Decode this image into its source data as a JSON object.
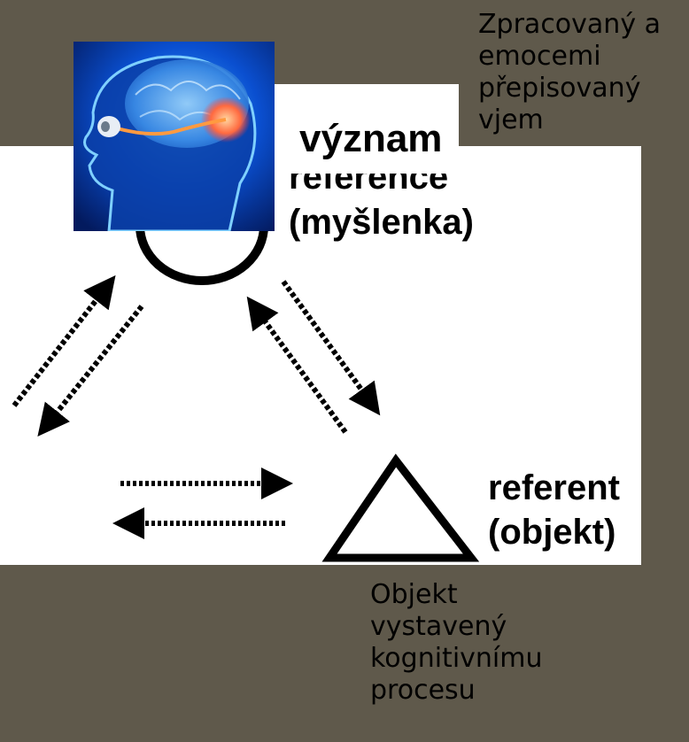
{
  "labels": {
    "meaning": "význam",
    "reference_partial": "reference",
    "reference_paren": "(myšlenka)",
    "referent": "referent",
    "referent_paren": "(objekt)"
  },
  "captions": {
    "top_right": [
      "Zpracovaný a",
      "emocemi",
      "přepisovaný",
      "vjem"
    ],
    "bottom": [
      "Objekt",
      "vystavený",
      "kognitivnímu",
      "procesu"
    ]
  },
  "colors": {
    "background": "#5f594b",
    "panel": "#ffffff",
    "ink": "#000000"
  }
}
